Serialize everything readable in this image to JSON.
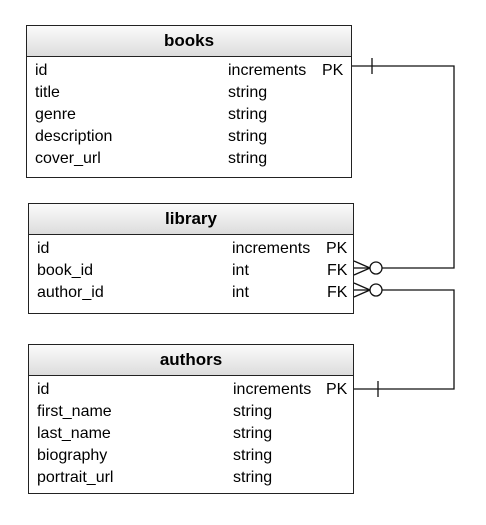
{
  "entities": {
    "books": {
      "title": "books",
      "fields": [
        {
          "name": "id",
          "type": "increments",
          "key": "PK"
        },
        {
          "name": "title",
          "type": "string",
          "key": ""
        },
        {
          "name": "genre",
          "type": "string",
          "key": ""
        },
        {
          "name": "description",
          "type": "string",
          "key": ""
        },
        {
          "name": "cover_url",
          "type": "string",
          "key": ""
        }
      ]
    },
    "library": {
      "title": "library",
      "fields": [
        {
          "name": "id",
          "type": "increments",
          "key": "PK"
        },
        {
          "name": "book_id",
          "type": "int",
          "key": "FK"
        },
        {
          "name": "author_id",
          "type": "int",
          "key": "FK"
        }
      ]
    },
    "authors": {
      "title": "authors",
      "fields": [
        {
          "name": "id",
          "type": "increments",
          "key": "PK"
        },
        {
          "name": "first_name",
          "type": "string",
          "key": ""
        },
        {
          "name": "last_name",
          "type": "string",
          "key": ""
        },
        {
          "name": "biography",
          "type": "string",
          "key": ""
        },
        {
          "name": "portrait_url",
          "type": "string",
          "key": ""
        }
      ]
    }
  },
  "relationships": [
    {
      "from": "books.id",
      "to": "library.book_id",
      "cardinality": "one-to-zero-or-many"
    },
    {
      "from": "authors.id",
      "to": "library.author_id",
      "cardinality": "one-to-zero-or-many"
    }
  ]
}
